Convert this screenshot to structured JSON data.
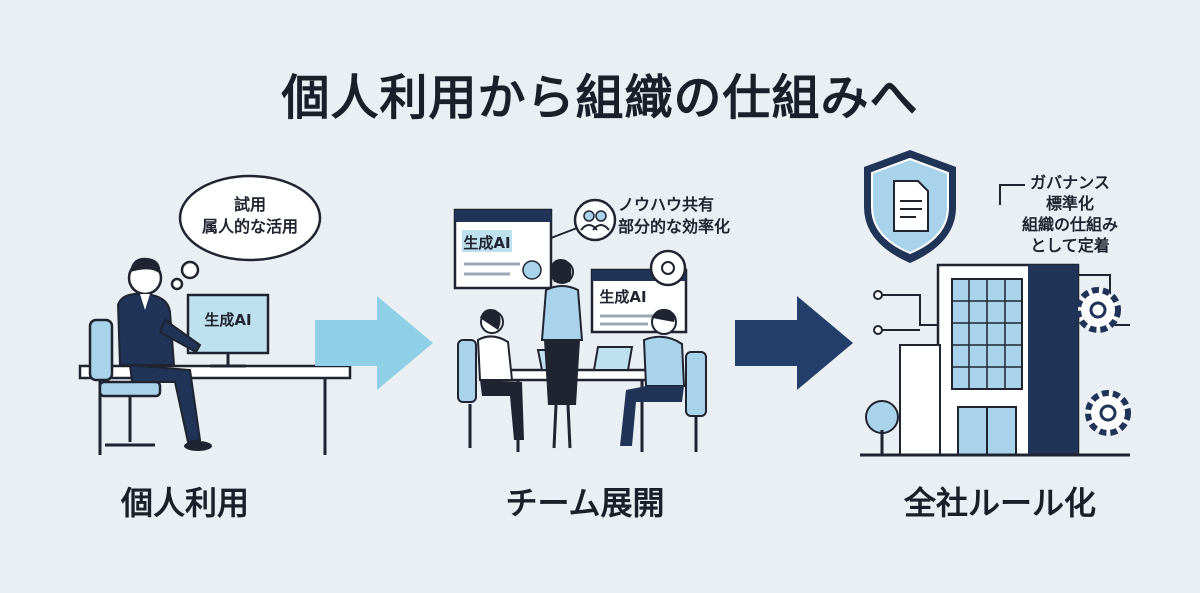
{
  "title": "個人利用から組織の仕組みへ",
  "stages": [
    {
      "label": "個人利用",
      "bubble_lines": [
        "試用",
        "属人的な活用"
      ],
      "screen_label": "生成AI"
    },
    {
      "label": "チーム展開",
      "note_lines": [
        "ノウハウ共有",
        "部分的な効率化"
      ],
      "screen_label": "生成AI"
    },
    {
      "label": "全社ルール化",
      "note_lines": [
        "ガバナンス",
        "標準化",
        "組織の仕組み",
        "として定着"
      ]
    }
  ],
  "colors": {
    "navy": "#1f3456",
    "light_blue": "#a9d3ea",
    "arrow_light": "#8fd0e6",
    "arrow_dark": "#233e6a",
    "background": "#eaeff3"
  }
}
